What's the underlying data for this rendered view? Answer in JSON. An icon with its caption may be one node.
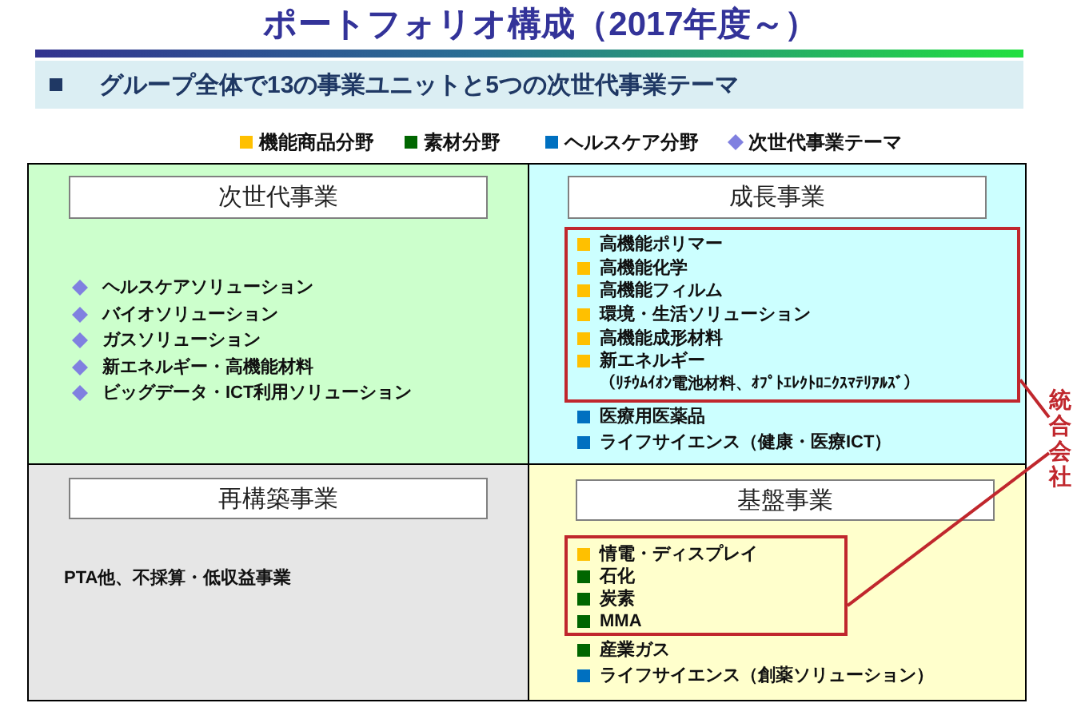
{
  "diagram": {
    "title": "ポートフォリオ構成（2017年度～）",
    "nodes": [
      {
        "text": [
          "グループ全体で13の事業ユニットと5つの次世代事業テーマ"
        ]
      },
      {
        "text": [
          "ヘルスケアソリューション",
          "バイオソリューション",
          "ガスソリューション",
          "新エネルギー・高機能材料",
          "ビッグデータ・ICT利用ソリューション"
        ]
      },
      {
        "text": [
          "次世代事業"
        ],
        "in": 1
      },
      {
        "text": [
          "医療用医薬品",
          "ライフサイエンス（健康・医療ICT）"
        ]
      },
      {
        "text": [
          "成長事業"
        ],
        "in": 3
      },
      {
        "text": [
          "高機能ポリマー",
          "高機能化学",
          "高機能フィルム",
          "環境・生活ソリューション",
          "高機能成形材料",
          "新エネルギー",
          "（ﾘﾁｳﾑｲｵﾝ電池材料、ｵﾌﾟﾄｴﾚｸﾄﾛﾆｸｽﾏﾃﾘｱﾙｽﾞ）"
        ],
        "in": 3
      },
      {
        "text": [
          "統合会社"
        ]
      },
      {
        "text": [
          "PTA他、不採算・低収益事業"
        ]
      },
      {
        "text": [
          "再構築事業"
        ],
        "in": 7
      },
      {
        "text": [
          "産業ガス",
          "ライフサイエンス（創薬ソリューション）"
        ]
      },
      {
        "text": [
          "基盤事業"
        ],
        "in": 9
      },
      {
        "text": [
          "情電・ディスプレイ",
          "石化",
          "炭素",
          "MMA"
        ],
        "in": 9
      }
    ],
    "edges": [
      {
        "from": 6,
        "to": 5,
        "arrow": "none"
      },
      {
        "from": 6,
        "to": 11,
        "arrow": "none"
      }
    ],
    "legend": [
      {
        "text": "機能商品分野",
        "color": "#ffc000"
      },
      {
        "text": "素材分野",
        "color": "#006600"
      },
      {
        "text": "ヘルスケア分野",
        "color": "#0070c0"
      },
      {
        "text": "次世代事業テーマ",
        "color": "#8080e0"
      }
    ]
  }
}
